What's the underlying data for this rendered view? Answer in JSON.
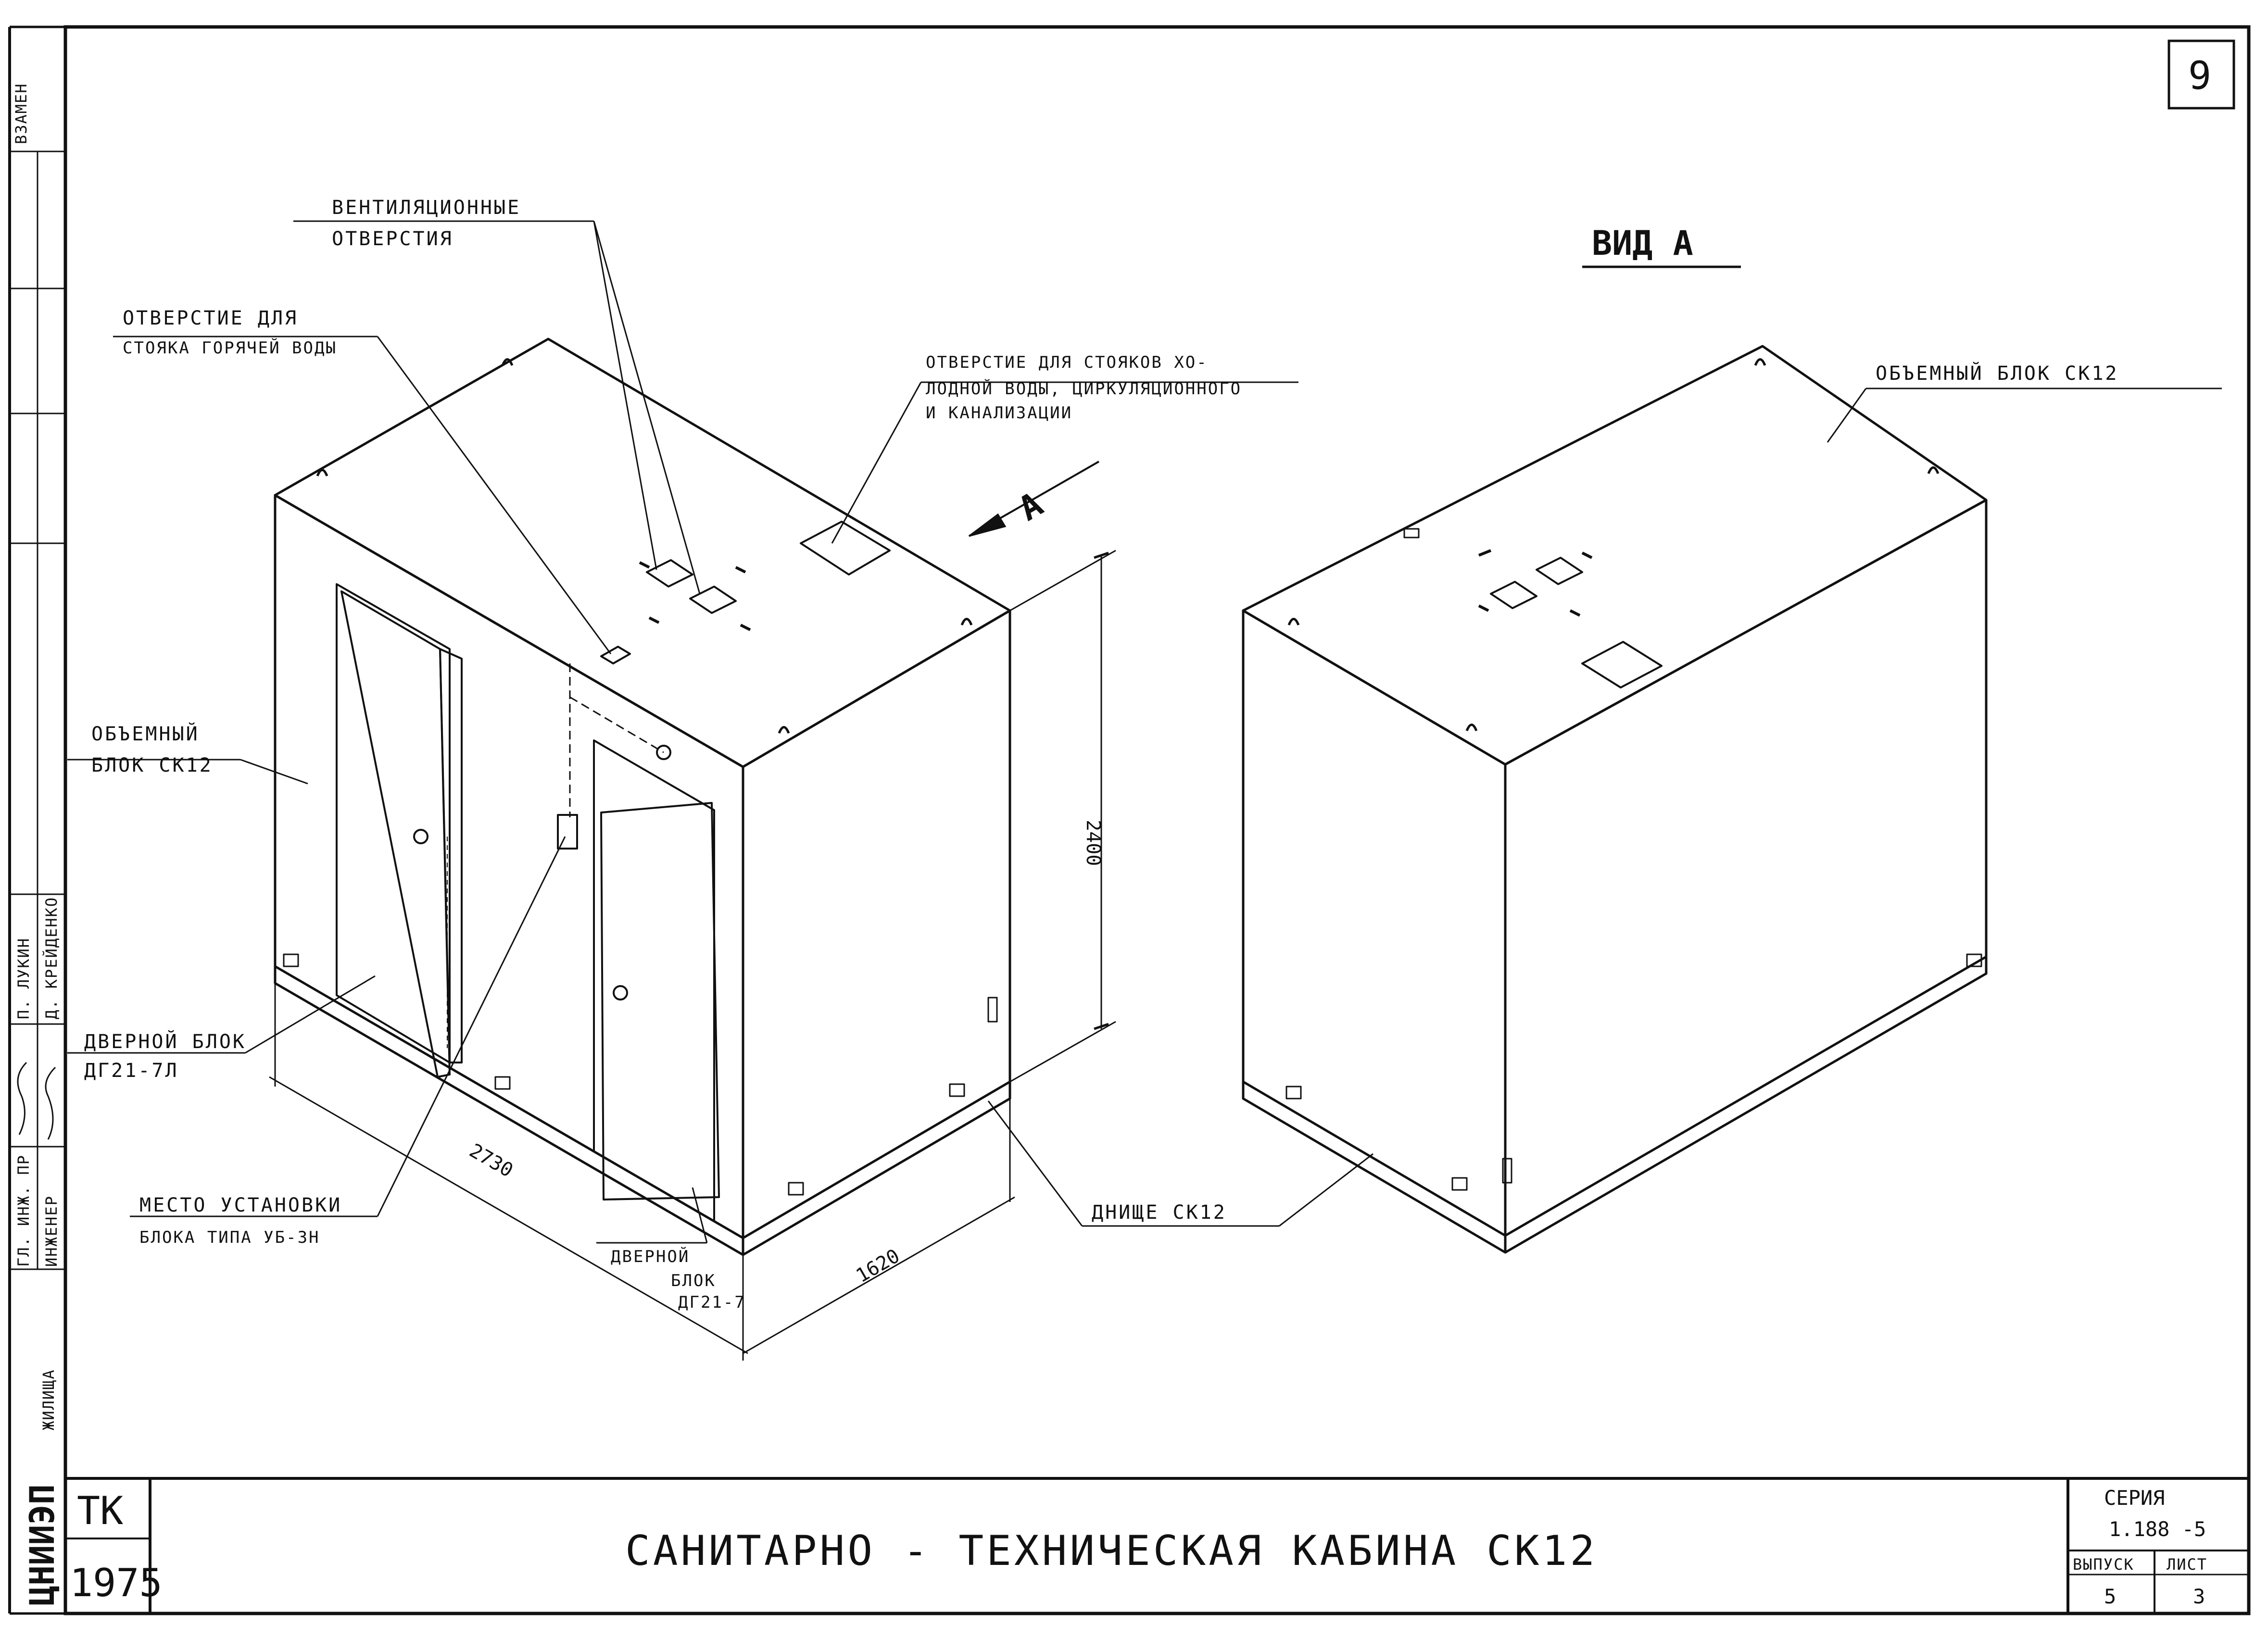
{
  "sheet": {
    "sheet_number": "9",
    "title": "САНИТАРНО - ТЕХНИЧЕСКАЯ   КАБИНА   СК12"
  },
  "title_block": {
    "code": "ТК",
    "year": "1975",
    "series_label": "СЕРИЯ",
    "series_value": "1.188 -5",
    "issue_label": "ВЫПУСК",
    "issue_value": "5",
    "sheet_label": "ЛИСТ",
    "sheet_value": "3"
  },
  "left_strip": {
    "replace_label": "ВЗАМЕН",
    "org_name": "ЦНИИЭП",
    "org_suffix": "ЖИЛИЩА",
    "role_chief": "ГЛ. ИНЖ. ПР",
    "role_engineer": "ИНЖЕНЕР",
    "name_chief": "П. ЛУКИН",
    "name_engineer": "Д. КРЕЙДЕНКО"
  },
  "drawing": {
    "view_a_title": "ВИД А",
    "section_marker": "А",
    "callouts": {
      "vent_holes_1": "ВЕНТИЛЯЦИОННЫЕ",
      "vent_holes_2": "ОТВЕРСТИЯ",
      "hot_water_1": "ОТВЕРСТИЕ ДЛЯ",
      "hot_water_2": "СТОЯКА ГОРЯЧЕЙ ВОДЫ",
      "cold_water_1": "ОТВЕРСТИЕ ДЛЯ СТОЯКОВ  ХО-",
      "cold_water_2": "ЛОДНОЙ ВОДЫ, ЦИРКУЛЯЦИОННОГО",
      "cold_water_3": "И  КАНАЛИЗАЦИИ",
      "block_left_1": "ОБЪЕМНЫЙ",
      "block_left_2": "БЛОК  СК12",
      "block_right": "ОБЪЕМНЫЙ  БЛОК  СК12",
      "door_block_left_1": "ДВЕРНОЙ  БЛОК",
      "door_block_left_2": "ДГ21-7Л",
      "install_place_1": "МЕСТО УСТАНОВКИ",
      "install_place_2": "БЛОКА  ТИПА  УБ-3Н",
      "door_block_front_1": "ДВЕРНОЙ",
      "door_block_front_2": "БЛОК",
      "door_block_front_3": "ДГ21-7",
      "bottom_right": "ДНИЩЕ  СК12"
    },
    "dimensions": {
      "length": "2730",
      "width": "1620",
      "height": "2400"
    }
  }
}
